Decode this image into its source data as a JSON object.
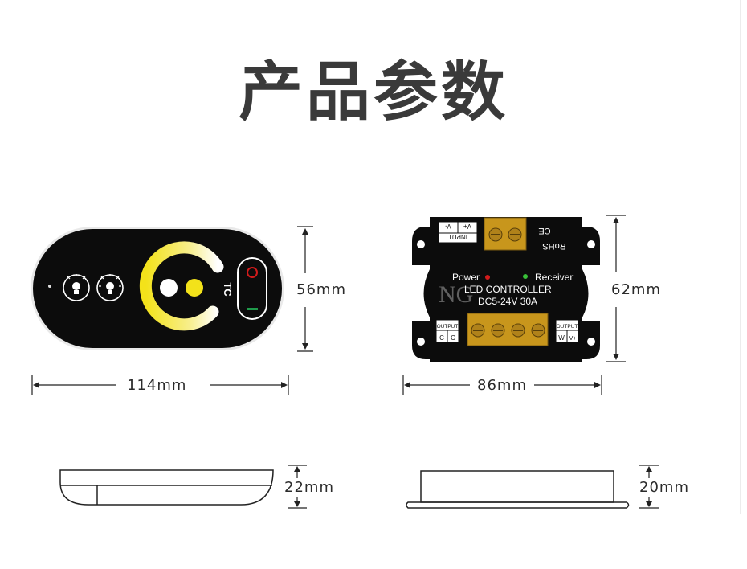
{
  "page": {
    "title": "产品参数"
  },
  "remote": {
    "brand_text": "TC",
    "dimensions": {
      "height": "56mm",
      "width": "114mm",
      "thickness": "22mm"
    }
  },
  "controller": {
    "power_label": "Power",
    "receiver_label": "Receiver",
    "product_name": "LED CONTROLLER",
    "rating": "DC5-24V 30A",
    "input_label": "INPUT",
    "input_v_plus": "V+",
    "input_v_minus": "V-",
    "rohs_label": "RoHS",
    "ce_label": "CE",
    "output_left_label": "OUTPUT",
    "output_left_c1": "C",
    "output_left_c2": "C",
    "output_right_label": "OUTPUT",
    "output_right_w": "W",
    "output_right_v_plus": "V+",
    "watermark": "NG",
    "dimensions": {
      "height": "62mm",
      "width": "86mm",
      "thickness": "20mm"
    }
  },
  "colors": {
    "title": "#3a3a3a",
    "device_body": "#0c0c0c",
    "ring_yellow": "#f3e21a",
    "terminal_amber": "#c8961c",
    "power_led": "#d21b1b",
    "receiver_led": "#38c038"
  }
}
